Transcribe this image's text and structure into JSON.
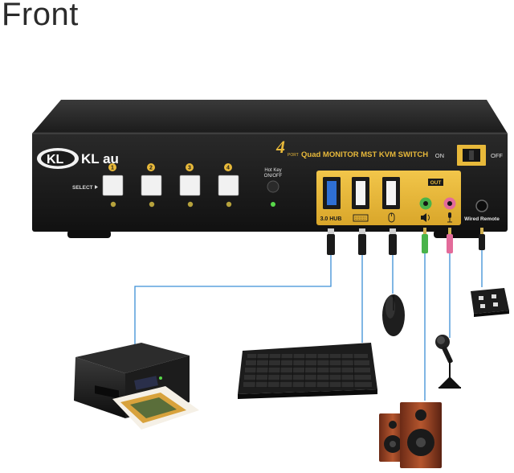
{
  "heading": "Front",
  "device": {
    "brand": "KL au",
    "port_prefix": "4",
    "port_word": "PORT",
    "title": "Quad MONITOR MST KVM SWITCH",
    "select_label": "SELECT",
    "port_numbers": [
      "1",
      "2",
      "3",
      "4"
    ],
    "hotkey_label_line1": "Hot Key",
    "hotkey_label_line2": "ON/OFF",
    "power_on_label": "ON",
    "power_off_label": "OFF",
    "out_label": "OUT",
    "hub_label": "3.0 HUB",
    "wired_remote_label": "Wired Remote"
  },
  "colors": {
    "chassis": "#1e1e1e",
    "gold_panel": "#e8b93a",
    "usb3_blue": "#2f6fd3",
    "audio_green": "#49b34a",
    "mic_pink": "#e36b9a",
    "cable_line": "#3c8fd6",
    "led_off": "#b6a23c",
    "led_on": "#58d84a"
  },
  "peripherals": [
    "printer",
    "keyboard",
    "mouse",
    "microphone",
    "speakers",
    "wired-remote"
  ]
}
